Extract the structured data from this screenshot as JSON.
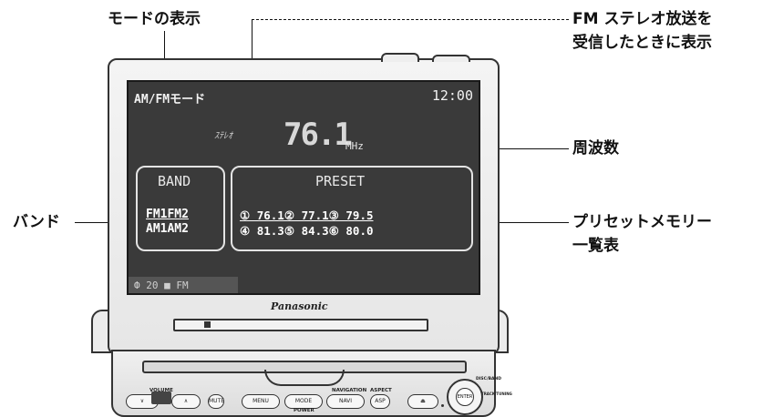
{
  "callouts": {
    "mode_display": "モードの表示",
    "fm_stereo": "FM ステレオ放送を",
    "fm_stereo_2": "受信したときに表示",
    "frequency": "周波数",
    "band": "バンド",
    "preset_list": "プリセットメモリー",
    "preset_list_2": "一覧表"
  },
  "screen": {
    "mode_label": "AM/FMモード",
    "clock": "12:00",
    "stereo_indicator": "ｽﾃﾚｵ",
    "frequency_value": "76.1",
    "frequency_unit": "MHz",
    "band_title": "BAND",
    "preset_title": "PRESET",
    "band_row1": "FM1FM2",
    "band_row2": "AM1AM2",
    "preset_row1": "① 76.1② 77.1③ 79.5",
    "preset_row2": "④ 81.3⑤ 84.3⑥ 80.0",
    "footer": "Ф 20 ■ FM"
  },
  "unit": {
    "brand": "Panasonic",
    "buttons": {
      "volume": "VOLUME",
      "vol_down": "∨",
      "vol_up": "∧",
      "mute": "MUTE",
      "menu": "MENU",
      "mode": "MODE",
      "power": "POWER",
      "navi": "NAVI",
      "navigation": "NAVIGATION",
      "asp": "ASP",
      "aspect": "ASPECT",
      "eject": "⏏",
      "enter": "ENTER",
      "disc_band": "DISC/BAND",
      "track_tuning": "TRACK/TUNING"
    }
  }
}
